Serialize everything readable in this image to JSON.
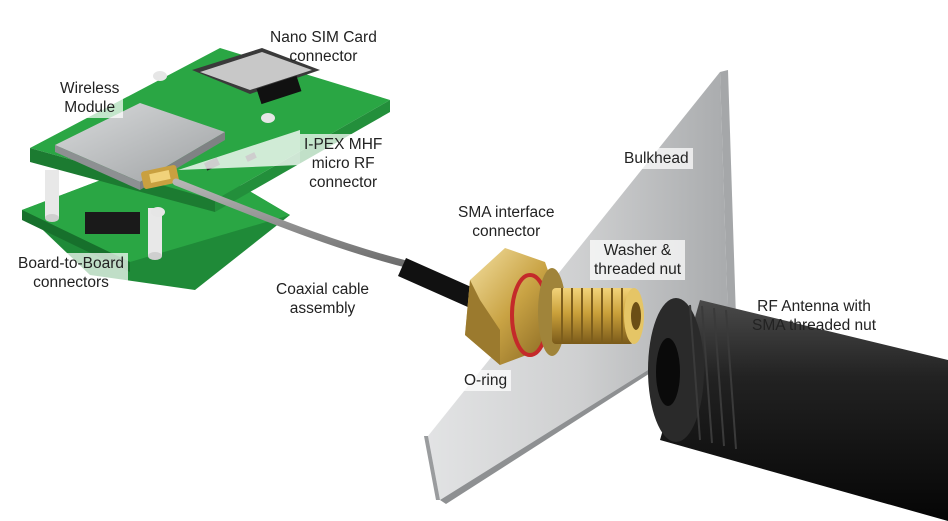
{
  "labels": {
    "nano_sim": [
      "Nano SIM Card",
      "connector"
    ],
    "wireless_module": [
      "Wireless",
      "Module"
    ],
    "ipex": [
      "I-PEX MHF",
      "micro RF",
      "connector"
    ],
    "bulkhead": [
      "Bulkhead"
    ],
    "sma_interface": [
      "SMA interface",
      "connector"
    ],
    "washer_nut": [
      "Washer &",
      "threaded nut"
    ],
    "board_to_board": [
      "Board-to-Board",
      "connectors"
    ],
    "coax": [
      "Coaxial cable",
      "assembly"
    ],
    "antenna": [
      "RF Antenna with",
      "SMA threaded nut"
    ],
    "oring": [
      "O-ring"
    ]
  },
  "colors": {
    "pcb": "#2aa644",
    "pcb_dark": "#1f7f33",
    "shield": "#b9bcbe",
    "bulkhead": "#c9cacb",
    "gold": "#d4aa3a",
    "cable": "#8f8f8f",
    "antenna": "#1b1b1b",
    "oring": "#c42a2a"
  }
}
